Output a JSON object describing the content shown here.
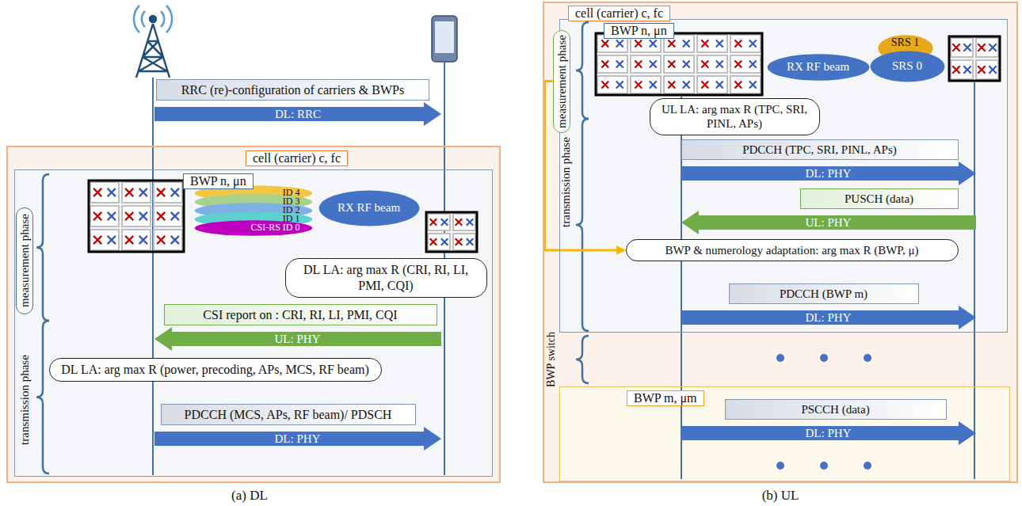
{
  "diagram": {
    "nodes": [
      {
        "text": [
          "RRC (re)-configuration of carriers & BWPs",
          "DL: RRC"
        ]
      },
      {
        "text": [
          "cell (carrier) c, fc"
        ]
      },
      {
        "text": [
          "BWP n, μn"
        ],
        "in": 1
      },
      {
        "text": [
          "measurement phase"
        ],
        "in": 2
      },
      {
        "text": [
          "ID 4"
        ],
        "in": 2
      },
      {
        "text": [
          "ID 3"
        ],
        "in": 2
      },
      {
        "text": [
          "ID 2"
        ],
        "in": 2
      },
      {
        "text": [
          "ID 1"
        ],
        "in": 2
      },
      {
        "text": [
          "CSI-RS ID 0"
        ],
        "in": 2
      },
      {
        "text": [
          "RX RF beam"
        ],
        "in": 2
      },
      {
        "text": [
          "DL LA: arg max R (CRI, RI, LI, PMI, CQI)"
        ],
        "in": 2
      },
      {
        "text": [
          "CSI report on : CRI, RI, LI, PMI, CQI",
          "UL: PHY"
        ],
        "in": 2
      },
      {
        "text": [
          "DL LA: arg max R (power, precoding, APs, MCS, RF beam)"
        ],
        "in": 2
      },
      {
        "text": [
          "PDCCH (MCS, APs, RF beam)/ PDSCH",
          "DL: PHY"
        ],
        "in": 2
      },
      {
        "text": [
          "cell (carrier) c, fc"
        ]
      },
      {
        "text": [
          "BWP n, μn"
        ],
        "in": 14
      },
      {
        "text": [
          "measurement phase"
        ],
        "in": 15
      },
      {
        "text": [
          "RX RF beam"
        ],
        "in": 15
      },
      {
        "text": [
          "SRS 1"
        ],
        "in": 15
      },
      {
        "text": [
          "SRS 0"
        ],
        "in": 15
      },
      {
        "text": [
          "UL LA: arg max R (TPC, SRI, PINL, APs)"
        ],
        "in": 15
      },
      {
        "text": [
          "PDCCH (TPC, SRI, PINL, APs)",
          "DL: PHY"
        ],
        "in": 15
      },
      {
        "text": [
          "PUSCH (data)",
          "UL: PHY"
        ],
        "in": 15
      },
      {
        "text": [
          "BWP & numerology adaptation: arg max R (BWP, μ)"
        ],
        "in": 15
      },
      {
        "text": [
          "PDCCH (BWP m)",
          "DL: PHY"
        ],
        "in": 15
      },
      {
        "text": [
          "BWP m, μm"
        ],
        "in": 14
      },
      {
        "text": [
          "PSCCH (data)",
          "DL: PHY"
        ],
        "in": 25
      }
    ],
    "edges": [
      {
        "from": 16,
        "to": 23,
        "arrow": "to"
      }
    ],
    "labels": [
      "transmission phase",
      "transmission phase",
      "BWP switch",
      "(a) DL",
      "(b) UL"
    ]
  }
}
